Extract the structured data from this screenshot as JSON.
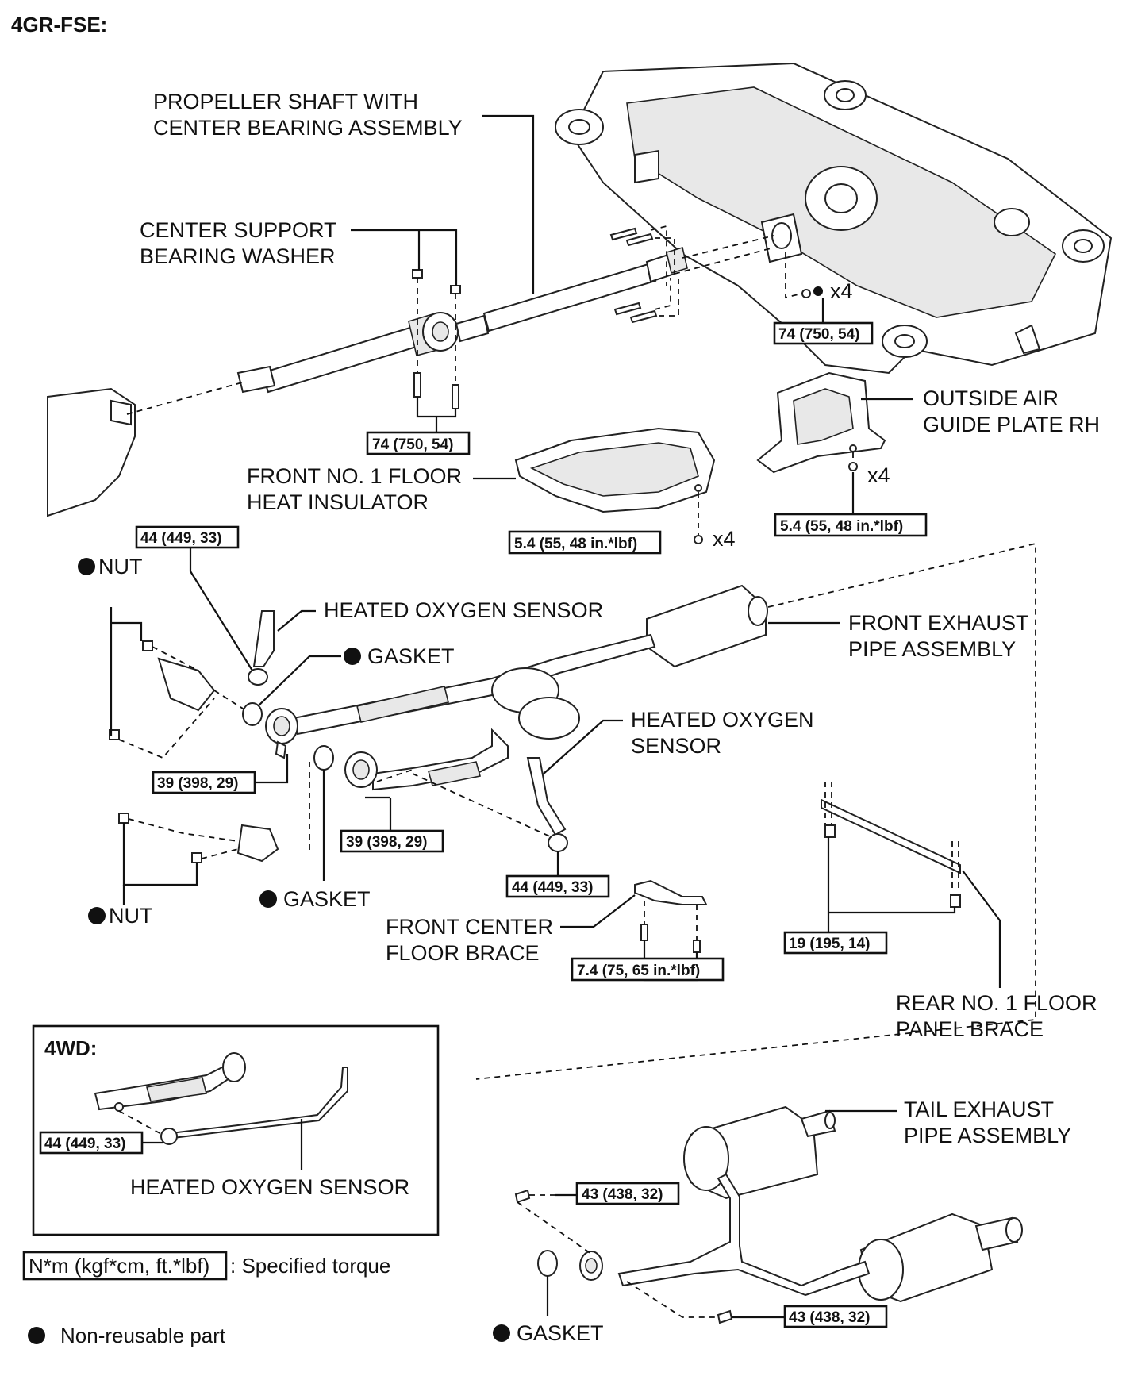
{
  "header": {
    "engine": "4GR-FSE:"
  },
  "labels": {
    "propeller_shaft": [
      "PROPELLER SHAFT WITH",
      "CENTER BEARING ASSEMBLY"
    ],
    "center_support": [
      "CENTER SUPPORT",
      "BEARING WASHER"
    ],
    "outside_air_guide": [
      "OUTSIDE AIR",
      "GUIDE PLATE RH"
    ],
    "front_floor_heat": [
      "FRONT NO. 1 FLOOR",
      "HEAT INSULATOR"
    ],
    "nut_top": "NUT",
    "heated_o2_top": "HEATED OXYGEN SENSOR",
    "gasket_top": "GASKET",
    "front_exhaust": [
      "FRONT EXHAUST",
      "PIPE ASSEMBLY"
    ],
    "heated_o2_mid": [
      "HEATED OXYGEN",
      "SENSOR"
    ],
    "nut_bottom": "NUT",
    "gasket_mid": "GASKET",
    "front_center_brace": [
      "FRONT CENTER",
      "FLOOR BRACE"
    ],
    "rear_floor_brace": [
      "REAR NO. 1 FLOOR",
      "PANEL BRACE"
    ],
    "tail_exhaust": [
      "TAIL EXHAUST",
      "PIPE ASSEMBLY"
    ],
    "gasket_bottom": "GASKET",
    "x4_a": "x4",
    "x4_b": "x4",
    "x4_c": "x4"
  },
  "torques": {
    "t_shaft_rear": "74 (750, 54)",
    "t_center_bearing": "74 (750, 54)",
    "t_heat_insulator": "5.4 (55, 48 in.*lbf)",
    "t_air_guide": "5.4 (55, 48 in.*lbf)",
    "t_o2_top": "44 (449, 33)",
    "t_flange_left": "39 (398, 29)",
    "t_flange_right": "39 (398, 29)",
    "t_o2_mid": "44 (449, 33)",
    "t_front_brace": "7.4 (75, 65 in.*lbf)",
    "t_rear_brace": "19 (195, 14)",
    "t_o2_4wd": "44 (449, 33)",
    "t_tail_top": "43 (438, 32)",
    "t_tail_bottom": "43 (438, 32)"
  },
  "inset": {
    "title": "4WD:",
    "sensor_label": "HEATED OXYGEN SENSOR"
  },
  "legend": {
    "torque_box": "N*m (kgf*cm, ft.*lbf)",
    "torque_desc": ": Specified torque",
    "nonreusable": "Non-reusable part"
  }
}
